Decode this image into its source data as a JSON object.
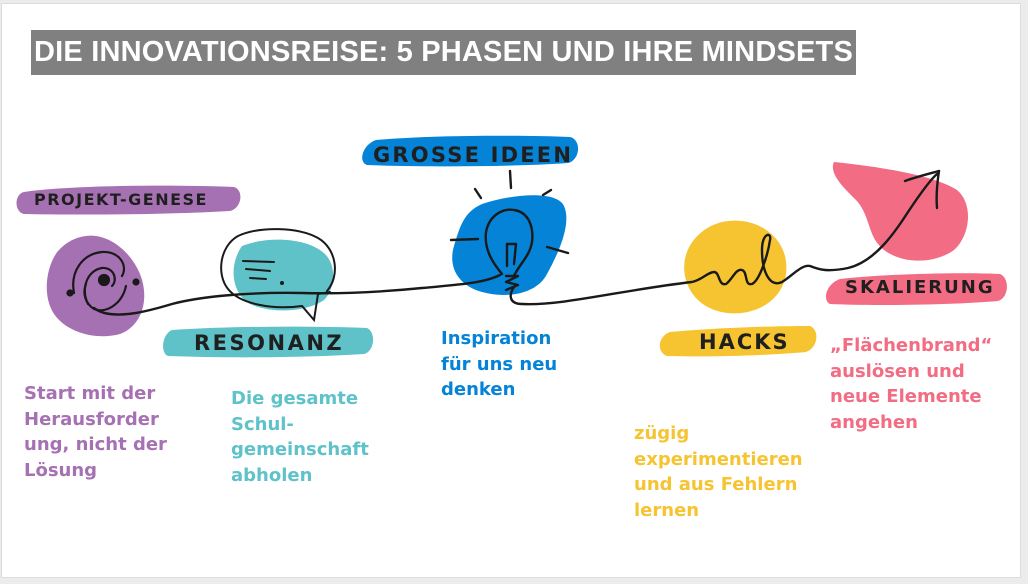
{
  "title": "DIE INNOVATIONSREISE: 5 PHASEN UND IHRE MINDSETS",
  "colors": {
    "title_bg": "#808080",
    "purple": "#a571b3",
    "teal": "#5fc2c9",
    "blue": "#0583d7",
    "yellow": "#f6c431",
    "pink": "#f26c83",
    "ink": "#1f1f1f"
  },
  "phases": [
    {
      "name": "PROJEKT-GENESE",
      "icon": "spiral-galaxy-icon",
      "description": "Start mit der\nHerausforder\nung, nicht der\nLösung"
    },
    {
      "name": "RESONANZ",
      "icon": "speech-bubble-icon",
      "description": "Die gesamte\nSchul-\ngemeinschaft\nabholen"
    },
    {
      "name": "GROSSE IDEEN",
      "icon": "lightbulb-icon",
      "description": "Inspiration\nfür uns neu\ndenken"
    },
    {
      "name": "HACKS",
      "icon": "loop-scribble-icon",
      "description": "zügig\nexperimentieren\nund aus Fehlern\nlernen"
    },
    {
      "name": "SKALIERUNG",
      "icon": "rising-arrow-icon",
      "description": "„Flächenbrand“\nauslösen und\nneue Elemente\nangehen"
    }
  ]
}
